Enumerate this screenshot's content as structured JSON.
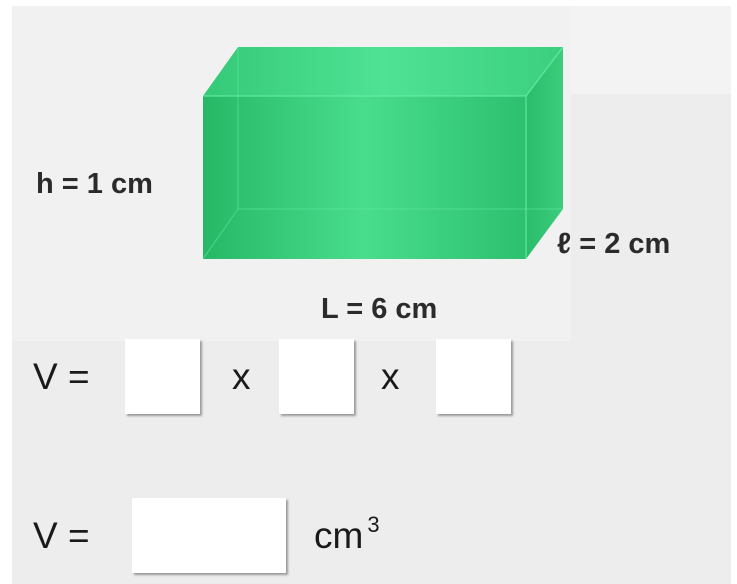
{
  "figure": {
    "height_label": "h = 1 cm",
    "width_label": "ℓ = 2 cm",
    "length_label": "L = 6 cm",
    "box_color": "#3dd17f"
  },
  "formula": {
    "v_label": "V =",
    "times_1": "x",
    "times_2": "x",
    "box_1_value": "",
    "box_2_value": "",
    "box_3_value": ""
  },
  "result": {
    "v_label": "V =",
    "box_value": "",
    "unit": "cm",
    "unit_exponent": "3"
  }
}
